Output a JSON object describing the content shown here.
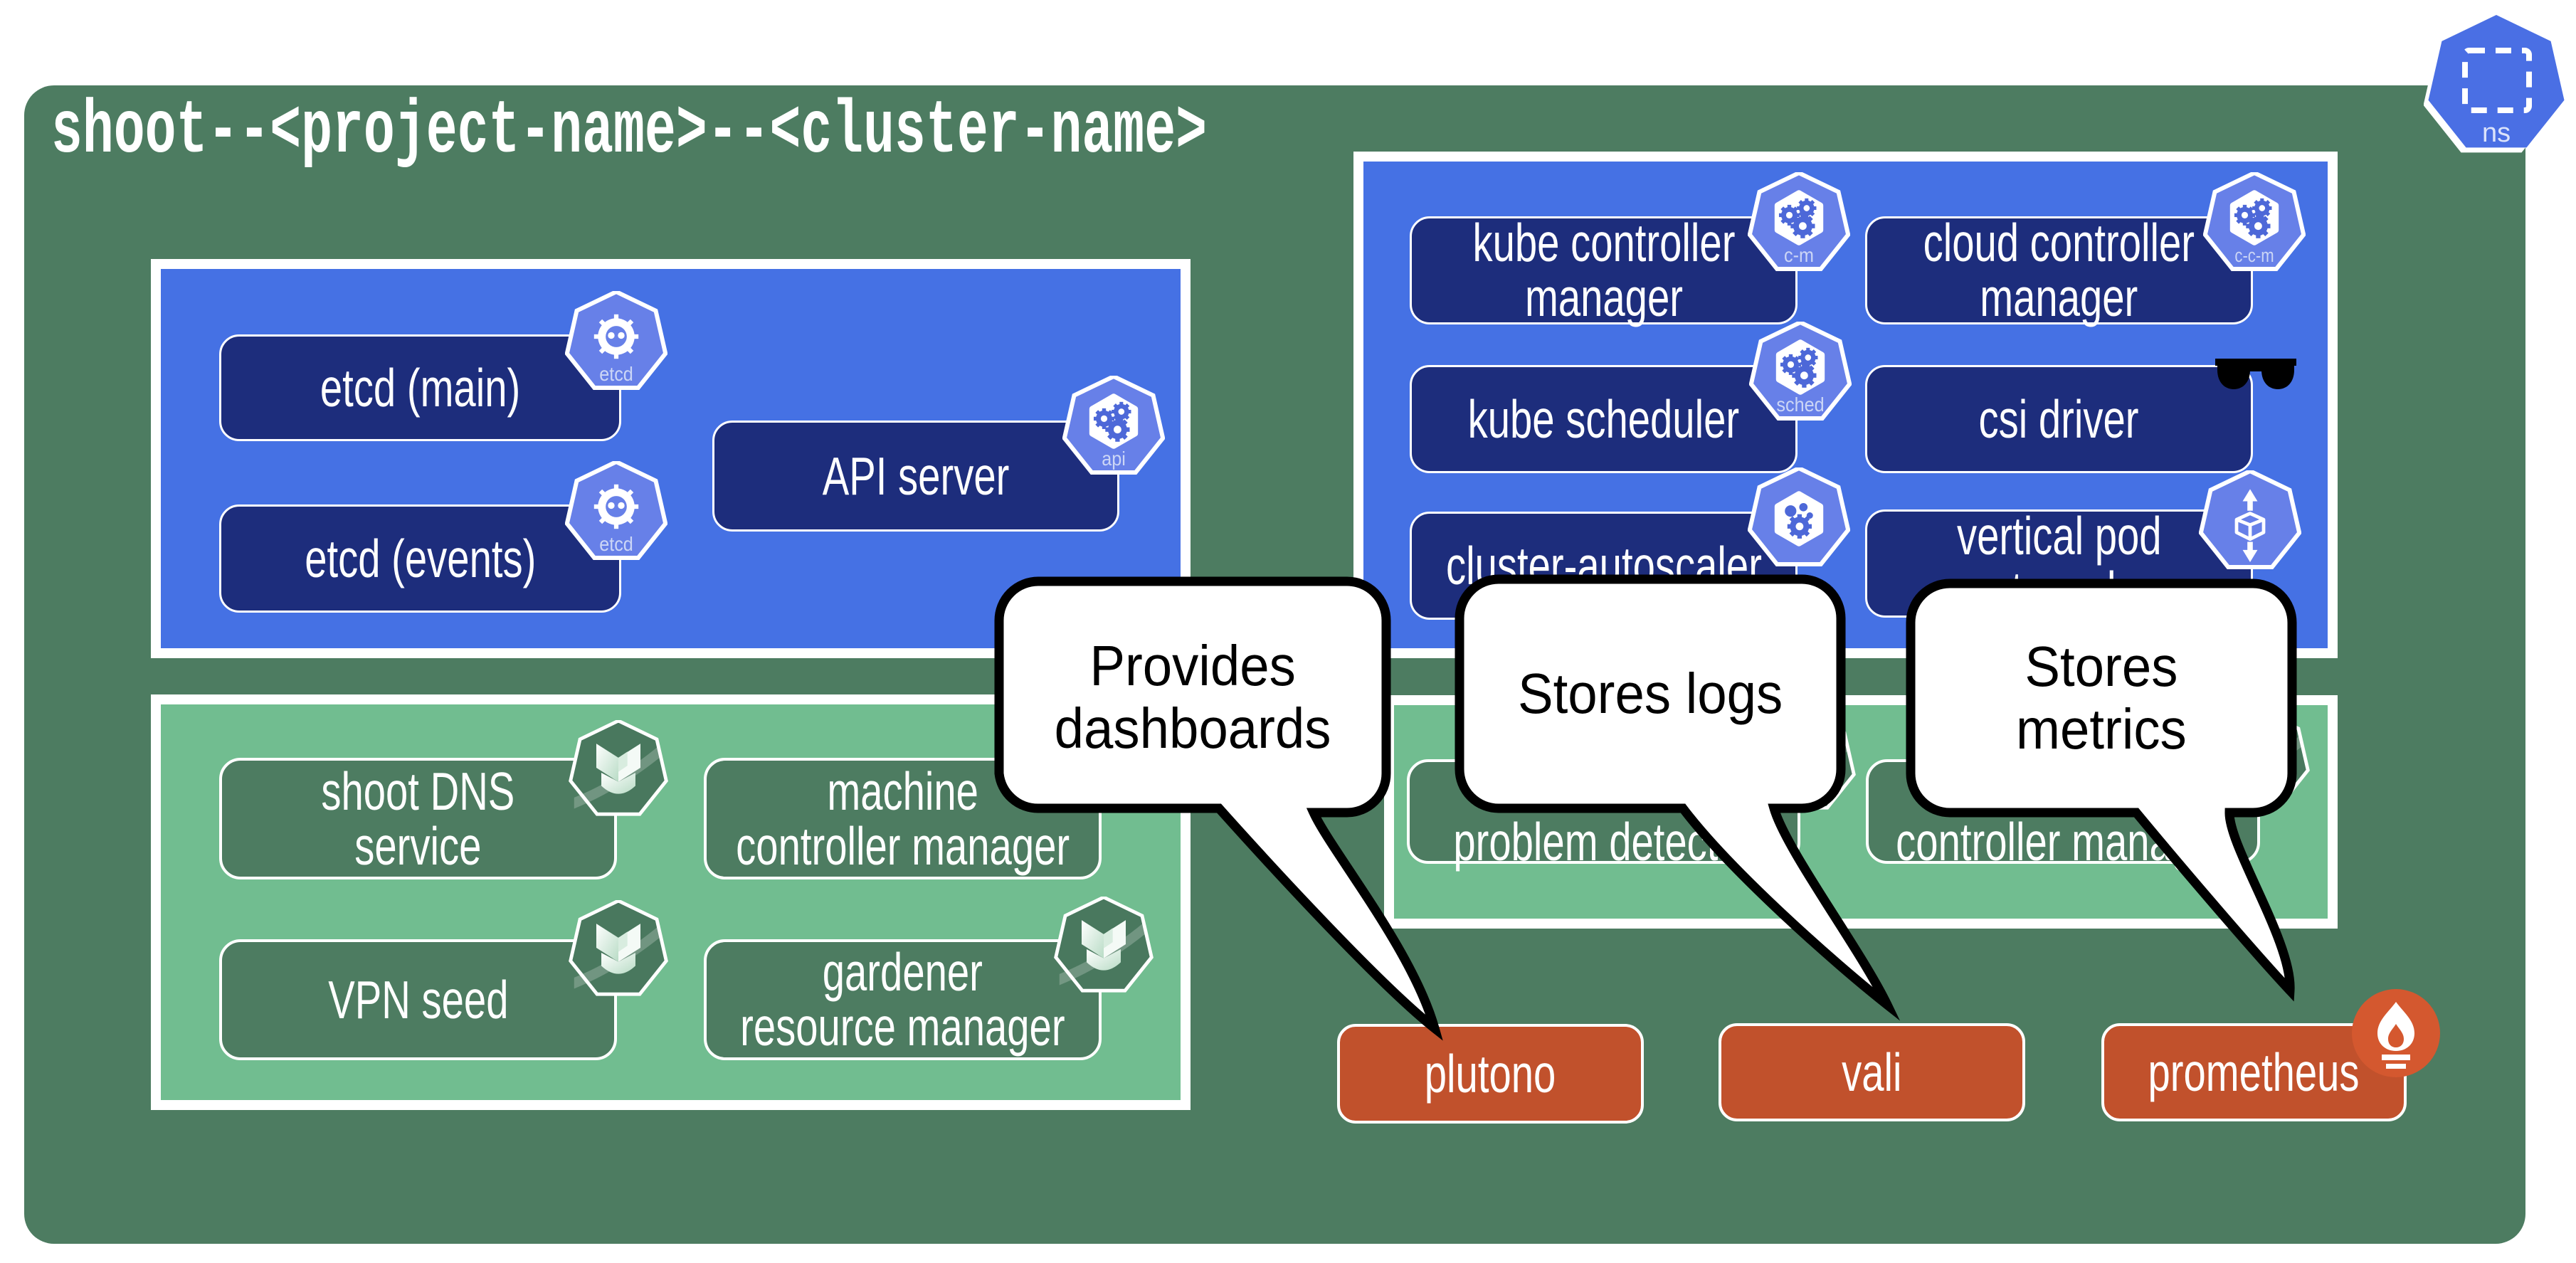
{
  "colors": {
    "background": "#ffffff",
    "namespace_green": "#4d7c61",
    "panel_blue": "#4571e4",
    "box_navy": "#1d2d7c",
    "panel_light_green": "#71bd90",
    "box_dark_green": "#4d7c61",
    "box_orange": "#c1512c",
    "icon_blue": "#6780e8",
    "prometheus_orange": "#d4582f",
    "callout_border": "#000000"
  },
  "namespace": {
    "title": "shoot--<project-name>--<cluster-name>",
    "badge": {
      "label": "ns"
    }
  },
  "panels": {
    "etcd_api": {
      "boxes": [
        {
          "label": "etcd (main)",
          "icon": "etcd",
          "icon_label": "etcd"
        },
        {
          "label": "etcd (events)",
          "icon": "etcd",
          "icon_label": "etcd"
        },
        {
          "label": "API server",
          "icon": "kube-apiserver",
          "icon_label": "api"
        }
      ]
    },
    "controllers": {
      "boxes": [
        {
          "label": "kube controller\nmanager",
          "icon": "kube-controller-manager",
          "icon_label": "c-m"
        },
        {
          "label": "cloud controller\nmanager",
          "icon": "cloud-controller-manager",
          "icon_label": "c-c-m"
        },
        {
          "label": "kube scheduler",
          "icon": "kube-scheduler",
          "icon_label": "sched"
        },
        {
          "label": "csi driver",
          "icon": "sunglasses",
          "icon_label": ""
        },
        {
          "label": "cluster-autoscaler",
          "icon": "cluster-autoscaler",
          "icon_label": ""
        },
        {
          "label": "vertical pod\nautoscaler",
          "icon": "vertical-pod-autoscaler",
          "icon_label": ""
        }
      ]
    },
    "gardener": {
      "boxes": [
        {
          "label": "shoot DNS\nservice",
          "icon": "gardener"
        },
        {
          "label": "machine\ncontroller manager",
          "icon": null
        },
        {
          "label": "VPN seed",
          "icon": "gardener"
        },
        {
          "label": "gardener\nresource manager",
          "icon": "gardener"
        }
      ]
    },
    "extensions": {
      "boxes": [
        {
          "label": "problem detector",
          "icon": "gardener"
        },
        {
          "label": "controller manager",
          "icon": "gardener"
        }
      ]
    }
  },
  "observability": {
    "boxes": [
      {
        "label": "plutono"
      },
      {
        "label": "vali"
      },
      {
        "label": "prometheus",
        "icon": "prometheus"
      }
    ]
  },
  "callouts": [
    {
      "text": "Provides\ndashboards",
      "points_to": "plutono"
    },
    {
      "text": "Stores logs",
      "points_to": "vali"
    },
    {
      "text": "Stores\nmetrics",
      "points_to": "prometheus"
    }
  ]
}
